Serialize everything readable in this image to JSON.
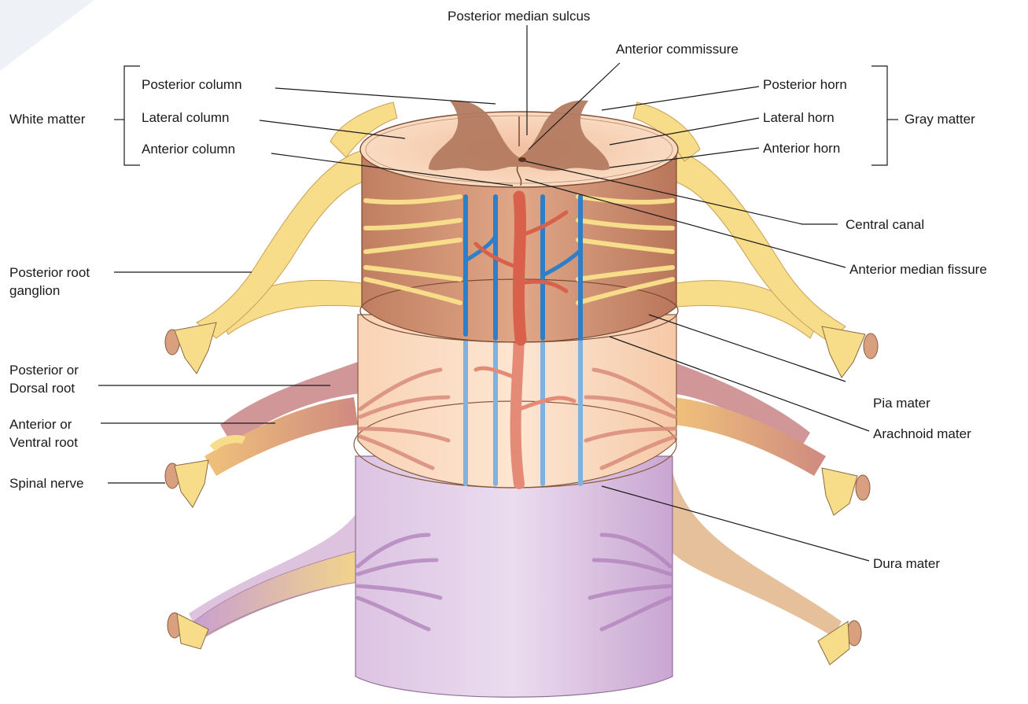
{
  "labels": {
    "posterior_median_sulcus": "Posterior median sulcus",
    "anterior_commissure": "Anterior commissure",
    "posterior_column": "Posterior column",
    "lateral_column": "Lateral column",
    "anterior_column": "Anterior column",
    "white_matter": "White matter",
    "posterior_horn": "Posterior horn",
    "lateral_horn": "Lateral horn",
    "anterior_horn": "Anterior horn",
    "gray_matter": "Gray matter",
    "central_canal": "Central canal",
    "anterior_median_fissure": "Anterior median fissure",
    "posterior_root_ganglion_1": "Posterior root",
    "posterior_root_ganglion_2": "ganglion",
    "dorsal_root_1": "Posterior or",
    "dorsal_root_2": "Dorsal root",
    "ventral_root_1": "Anterior or",
    "ventral_root_2": "Ventral root",
    "spinal_nerve": "Spinal nerve",
    "pia_mater": "Pia mater",
    "arachnoid_mater": "Arachnoid mater",
    "dura_mater": "Dura mater"
  },
  "colors": {
    "nerve": "#f7dc8a",
    "nerve_dark": "#e8b75a",
    "gray_matter": "#b37a60",
    "white_matter": "#f6d2b2",
    "cord_side": "#c98a6c",
    "arachnoid": "#f8d6bd",
    "dura": "#d9c0df",
    "vein": "#2f7fc8",
    "artery": "#d9604a"
  }
}
